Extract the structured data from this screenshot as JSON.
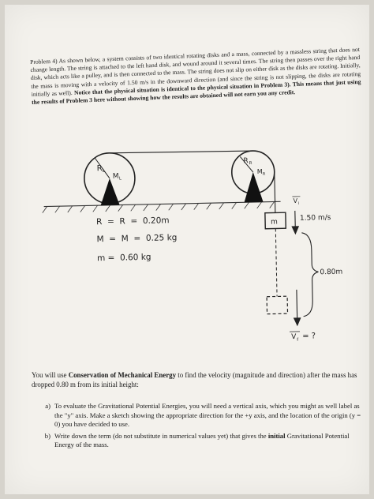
{
  "problem": {
    "lead": "Problem 4) As shown below, a system consists of two identical rotating disks and a mass, connected by a massless string that does not change length.  The string is attached to the left hand disk, and wound around it several times.  The string then passes over the right hand disk, which acts like a pulley, and is then connected to the mass.  The string does not slip on either disk as the disks are rotating.  Initially, the mass is moving with a velocity of 1.50 m/s in the downward direction (and since the string is not slipping, the disks are rotating initially as well).",
    "emphasis": "Notice that the physical situation is identical to the physical situation in Problem 3).  This means that just using the results of Problem 3 here without showing how the results are obtained will not earn you any credit."
  },
  "diagram": {
    "left_radius_label": "R",
    "left_radius_sub": "L",
    "left_mass_label": "M",
    "left_mass_sub": "L",
    "right_radius_label": "R",
    "right_radius_sub": "R",
    "right_mass_label": "M",
    "right_mass_sub": "R",
    "eq1": "R  =  R  =  0.20m",
    "eq2": "M  =  M  =  0.25 kg",
    "eq3": "m =  0.60 kg",
    "mass_label": "m",
    "v_initial_label": "V",
    "v_initial_sub": "i",
    "speed_label": "1.50 m/s",
    "drop_label": "0.80m",
    "v_final_label": "V",
    "v_final_sub": "f",
    "v_final_value": "= ?"
  },
  "intro": {
    "pre": "You will use ",
    "bold": "Conservation of Mechanical Energy",
    "post": " to find the velocity (magnitude and direction) after the mass has dropped 0.80 m from its initial height:"
  },
  "parts": [
    {
      "letter": "a)",
      "text": "To evaluate the Gravitational Potential Energies, you will need a vertical axis, which you might as well label as the \"y\" axis.  Make a sketch showing the appropriate direction for the +y axis, and the location of the origin (y = 0) you have decided to use."
    },
    {
      "letter": "b)",
      "pre": "Write down the term (do not substitute in numerical values yet) that gives the ",
      "bold": "initial",
      "post": " Gravitational Potential Energy of the mass."
    }
  ]
}
